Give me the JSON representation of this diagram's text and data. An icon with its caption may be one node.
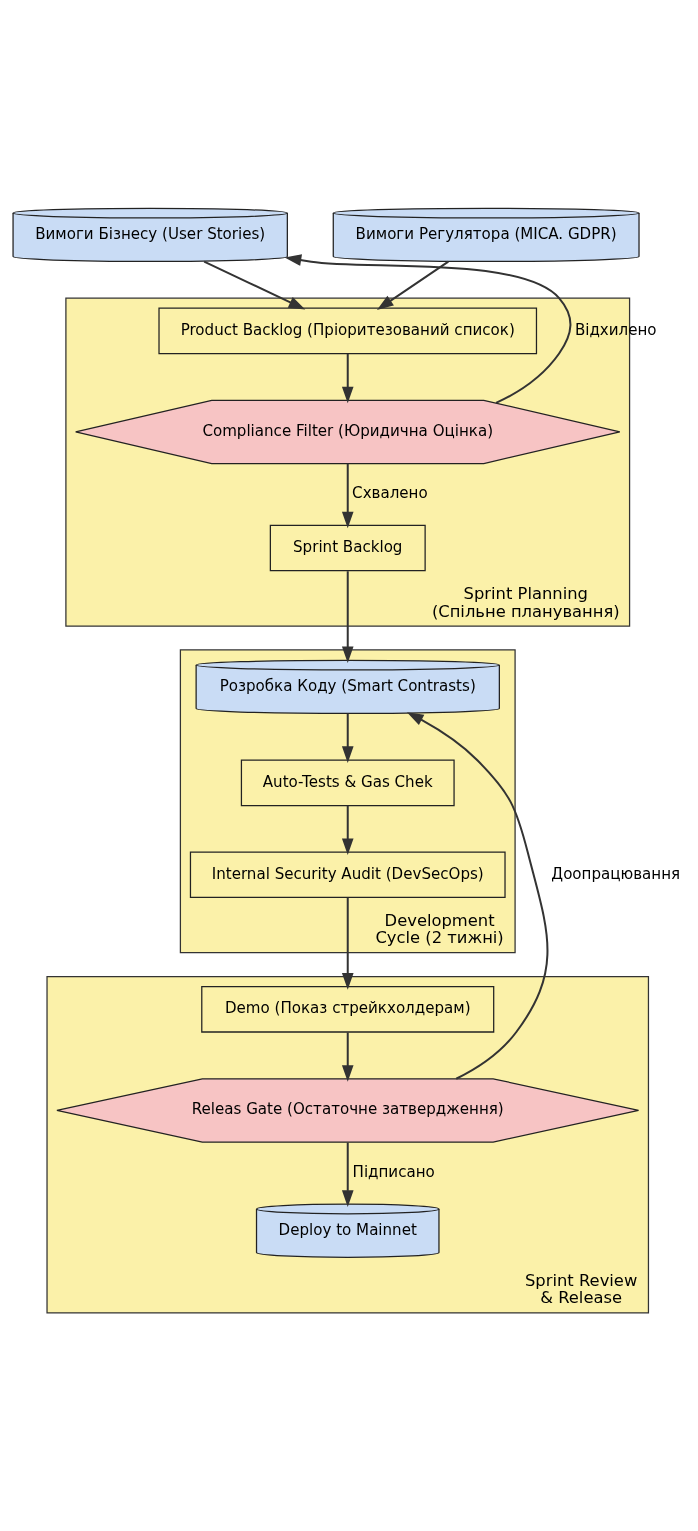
{
  "diagram": {
    "nodes": [
      {
        "text": [
          "Вимоги Бізнесу (User Stories)"
        ]
      },
      {
        "text": [
          "Вимоги Регулятора (MICA. GDPR)"
        ]
      },
      {
        "text": [
          "Sprint Planning (Спільне планування)"
        ]
      },
      {
        "text": [
          "Product Backlog (Пріоритезований список)"
        ],
        "in": 2
      },
      {
        "text": [
          "Compliance Filter (Юридична Оцінка)"
        ],
        "in": 2
      },
      {
        "text": [
          "Sprint Backlog"
        ],
        "in": 2
      },
      {
        "text": [
          "Development Cycle (2 тижні)"
        ]
      },
      {
        "text": [
          "Розробка Коду (Smart Contrasts)"
        ],
        "in": 6
      },
      {
        "text": [
          "Auto-Tests & Gas Chek"
        ],
        "in": 6
      },
      {
        "text": [
          "Internal Security Audit (DevSecOps)"
        ],
        "in": 6
      },
      {
        "text": [
          "Sprint Review & Release"
        ]
      },
      {
        "text": [
          "Demo (Показ стрейкхолдерам)"
        ],
        "in": 10
      },
      {
        "text": [
          "Releas Gate (Остаточне затвердження)"
        ],
        "in": 10
      },
      {
        "text": [
          "Deploy to Mainnet"
        ],
        "in": 10
      }
    ],
    "edges": [
      {
        "from": 0,
        "to": 3,
        "arrow": "to"
      },
      {
        "from": 1,
        "to": 3,
        "arrow": "to"
      },
      {
        "from": 3,
        "to": 4,
        "arrow": "to"
      },
      {
        "from": 4,
        "to": 0,
        "arrow": "to",
        "label": "Відхилено"
      },
      {
        "from": 4,
        "to": 5,
        "arrow": "to",
        "label": "Схвалено"
      },
      {
        "from": 5,
        "to": 7,
        "arrow": "to"
      },
      {
        "from": 7,
        "to": 8,
        "arrow": "to"
      },
      {
        "from": 8,
        "to": 9,
        "arrow": "to"
      },
      {
        "from": 9,
        "to": 11,
        "arrow": "to"
      },
      {
        "from": 11,
        "to": 12,
        "arrow": "to"
      },
      {
        "from": 12,
        "to": 7,
        "arrow": "to",
        "label": "Доопрацювання"
      },
      {
        "from": 12,
        "to": 13,
        "arrow": "to",
        "label": "Підписано"
      }
    ]
  }
}
